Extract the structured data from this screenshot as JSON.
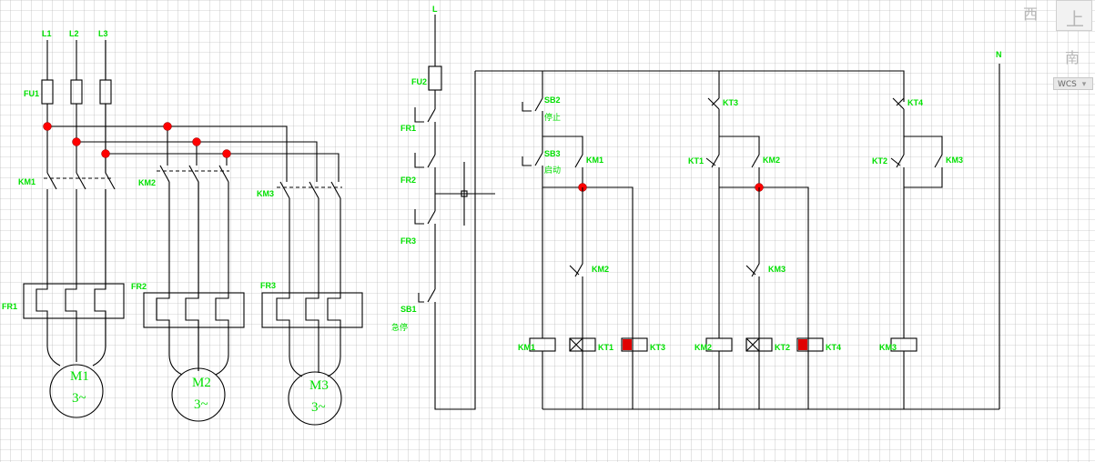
{
  "viewcube": {
    "west": "西",
    "top": "上",
    "south": "南",
    "wcs_label": "WCS",
    "wcs_arrow": "▾"
  },
  "power": {
    "l1": "L1",
    "l2": "L2",
    "l3": "L3",
    "fu1": "FU1",
    "fu2": "FU2",
    "l": "L",
    "n": "N"
  },
  "main_circuit": {
    "km1": "KM1",
    "km2": "KM2",
    "km3": "KM3",
    "fr1": "FR1",
    "fr2": "FR2",
    "fr3": "FR3",
    "motors": [
      {
        "name": "M1",
        "phase": "3~"
      },
      {
        "name": "M2",
        "phase": "3~"
      },
      {
        "name": "M3",
        "phase": "3~"
      }
    ]
  },
  "control_circuit": {
    "fr1": "FR1",
    "fr2": "FR2",
    "fr3": "FR3",
    "sb1": "SB1",
    "sb1_text": "急停",
    "sb2": "SB2",
    "sb2_text": "停止",
    "sb3": "SB3",
    "sb3_text": "启动",
    "km1_contact": "KM1",
    "km2_interlock": "KM2",
    "kt3": "KT3",
    "kt1": "KT1",
    "km2_contact": "KM2",
    "km3_interlock": "KM3",
    "kt4": "KT4",
    "kt2": "KT2",
    "km3_contact": "KM3",
    "coils": {
      "km1": "KM1",
      "kt1": "KT1",
      "kt3": "KT3",
      "km2": "KM2",
      "kt2": "KT2",
      "kt4": "KT4",
      "km3": "KM3"
    }
  }
}
